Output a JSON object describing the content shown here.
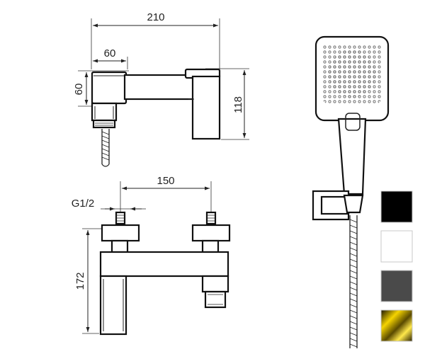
{
  "dimensions": {
    "top_width": "210",
    "top_offset": "60",
    "top_depth": "60",
    "top_height": "118",
    "connection_spacing": "150",
    "thread": "G1/2",
    "front_height": "172"
  },
  "finishes": [
    {
      "name": "black",
      "color": "#000000"
    },
    {
      "name": "white",
      "color": "#ffffff"
    },
    {
      "name": "gunmetal",
      "color": "#4a4a4a"
    },
    {
      "name": "gold",
      "color": "#e6c200"
    }
  ]
}
